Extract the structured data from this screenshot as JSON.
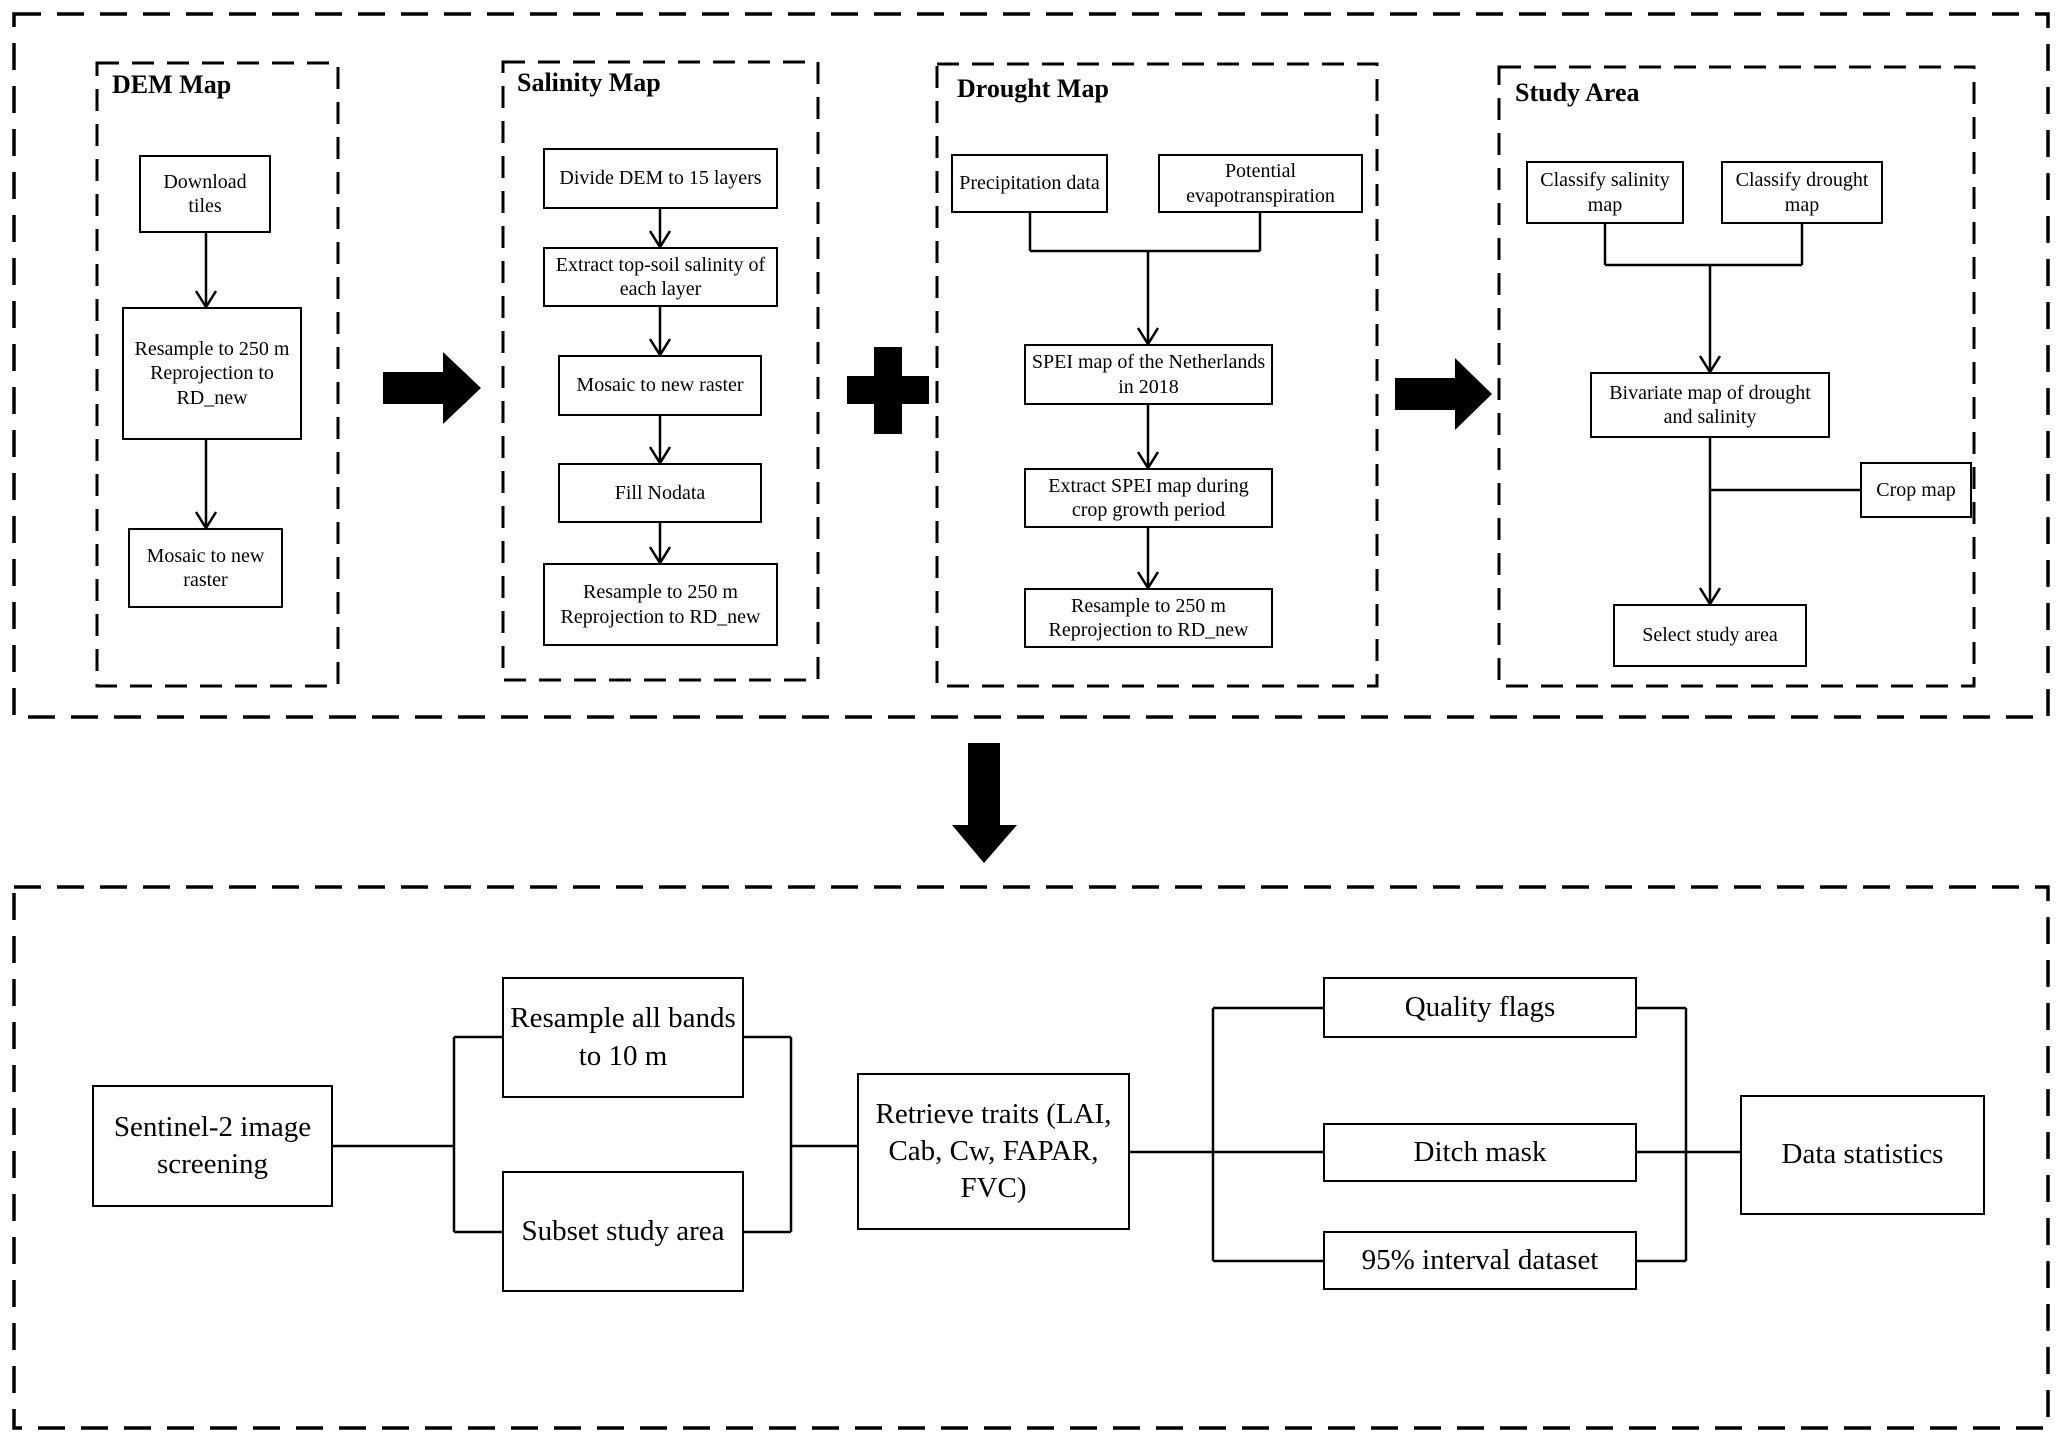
{
  "figure": {
    "background_color": "#ffffff",
    "line_color": "#000000",
    "icons": {
      "dem_to_salinity": "big-right-arrow",
      "salinity_plus_drought": "plus",
      "drought_to_study": "big-right-arrow",
      "top_to_bottom": "big-down-arrow"
    }
  },
  "top_section": {
    "panels": [
      {
        "id": "dem",
        "title": "DEM Map",
        "boxes": [
          "Download tiles",
          "Resample to 250 m Reprojection to RD_new",
          "Mosaic to new raster"
        ]
      },
      {
        "id": "salinity",
        "title": "Salinity Map",
        "boxes": [
          "Divide DEM to 15 layers",
          "Extract top-soil salinity of each layer",
          "Mosaic to new raster",
          "Fill Nodata",
          "Resample to 250 m Reprojection to RD_new"
        ]
      },
      {
        "id": "drought",
        "title": "Drought Map",
        "boxes": [
          "Precipitation data",
          "Potential evapotranspiration",
          "SPEI map of the Netherlands in 2018",
          "Extract SPEI map during crop growth period",
          "Resample to 250 m Reprojection to RD_new"
        ]
      },
      {
        "id": "study",
        "title": "Study Area",
        "boxes": [
          "Classify salinity map",
          "Classify drought map",
          "Bivariate map of drought and salinity",
          "Crop map",
          "Select study area"
        ]
      }
    ]
  },
  "bottom_section": {
    "boxes": [
      "Sentinel-2 image screening",
      "Resample all bands to 10 m",
      "Subset study area",
      "Retrieve traits (LAI, Cab, Cw, FAPAR, FVC)",
      "Quality flags",
      "Ditch mask",
      "95% interval dataset",
      "Data statistics"
    ]
  }
}
